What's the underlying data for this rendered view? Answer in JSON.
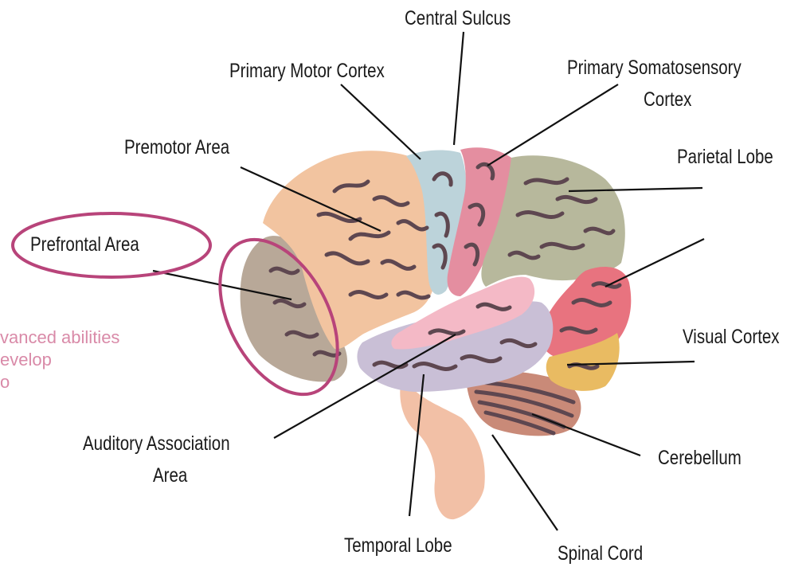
{
  "labels": {
    "central_sulcus": "Central Sulcus",
    "primary_motor_cortex": "Primary Motor Cortex",
    "primary_somatosensory_line1": "Primary Somatosensory",
    "primary_somatosensory_line2": "Cortex",
    "premotor_area": "Premotor Area",
    "parietal_lobe": "Parietal Lobe",
    "prefrontal_area": "Prefrontal Area",
    "visual_cortex": "Visual Cortex",
    "auditory_association_line1": "Auditory Association",
    "auditory_association_line2": "Area",
    "cerebellum": "Cerebellum",
    "temporal_lobe": "Temporal Lobe",
    "spinal_cord": "Spinal Cord"
  },
  "side_text": {
    "line1": "vanced abilities",
    "line2": "evelop",
    "line3": "o"
  },
  "colors": {
    "highlight": "#b8447a",
    "side_text": "#d98aa8",
    "prefrontal": "#b8a898",
    "frontal": "#f2c4a0",
    "motor": "#bcd3da",
    "somatosensory": "#e48ea0",
    "parietal": "#b7b89c",
    "occipital": "#e8737f",
    "visual": "#e9bb62",
    "temporal": "#c9bfd6",
    "auditory": "#f4b9c6",
    "cerebellum": "#c98a78",
    "stem": "#f2c0a6",
    "sulcus": "#5e4750"
  }
}
